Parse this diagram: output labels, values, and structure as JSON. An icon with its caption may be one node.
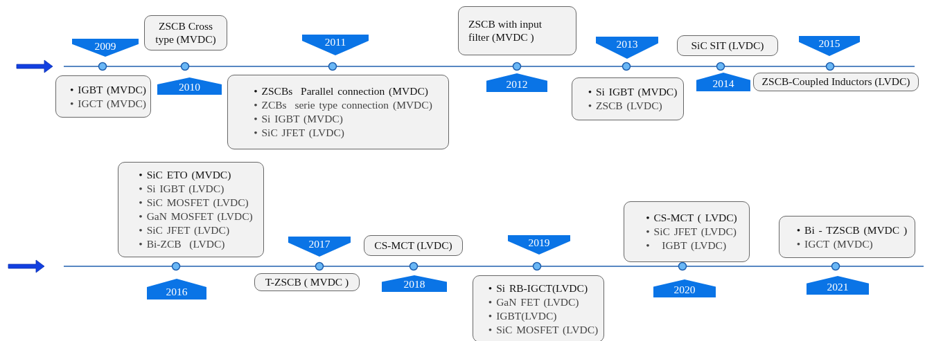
{
  "diagram": {
    "nodes": [
      {
        "text": [
          "2009"
        ]
      },
      {
        "text": [
          "• IGBT (MVDC)",
          "• IGCT (MVDC)"
        ]
      },
      {
        "text": [
          "ZSCB Cross type (MVDC)"
        ]
      },
      {
        "text": [
          "2010"
        ]
      },
      {
        "text": [
          "2011"
        ]
      },
      {
        "text": [
          "• ZSCBs  Parallel connection (MVDC)",
          "• ZCBs  serie type connection (MVDC)",
          "• Si IGBT (MVDC)",
          "• SiC JFET (LVDC)"
        ]
      },
      {
        "text": [
          "ZSCB with input filter (MVDC )"
        ]
      },
      {
        "text": [
          "2012"
        ]
      },
      {
        "text": [
          "2013"
        ]
      },
      {
        "text": [
          "• Si IGBT (MVDC)",
          "• ZSCB (LVDC)"
        ]
      },
      {
        "text": [
          "SiC SIT (LVDC)"
        ]
      },
      {
        "text": [
          "2014"
        ]
      },
      {
        "text": [
          "2015"
        ]
      },
      {
        "text": [
          "ZSCB-Coupled Inductors (LVDC)"
        ]
      },
      {
        "text": [
          "• SiC ETO (MVDC)",
          "• Si IGBT (LVDC)",
          "• SiC MOSFET (LVDC)",
          "• GaN MOSFET (LVDC)",
          "• SiC JFET (LVDC)",
          "• Bi-ZCB  (LVDC)"
        ]
      },
      {
        "text": [
          "2016"
        ]
      },
      {
        "text": [
          "2017"
        ]
      },
      {
        "text": [
          "T-ZSCB ( MVDC )"
        ]
      },
      {
        "text": [
          "CS-MCT (LVDC)"
        ]
      },
      {
        "text": [
          "2018"
        ]
      },
      {
        "text": [
          "2019"
        ]
      },
      {
        "text": [
          "• Si RB-IGCT(LVDC)",
          "• GaN FET (LVDC)",
          "• IGBT(LVDC)",
          "• SiC MOSFET (LVDC)"
        ]
      },
      {
        "text": [
          "• CS-MCT ( LVDC)",
          "• SiC JFET (LVDC)",
          "•   IGBT (LVDC)"
        ]
      },
      {
        "text": [
          "2020"
        ]
      },
      {
        "text": [
          "• Bi - TZSCB (MVDC )",
          "• IGCT (MVDC)"
        ]
      },
      {
        "text": [
          "2021"
        ]
      }
    ]
  }
}
